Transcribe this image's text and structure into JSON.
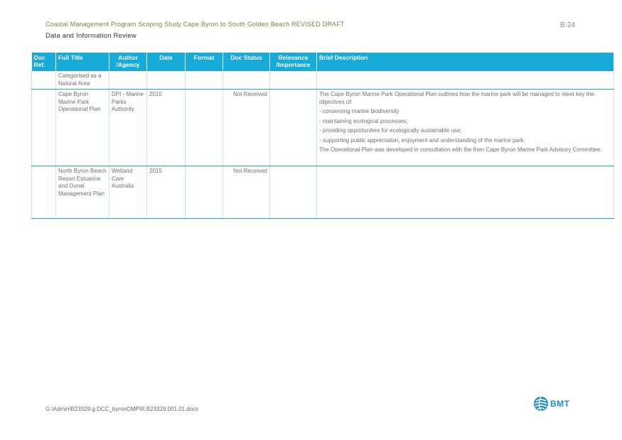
{
  "header": {
    "title": "Coastal Management Program Scoping Study Cape Byron to South Golden Beach REVISED DRAFT",
    "page_number": "B-24",
    "subtitle": "Data and Information Review"
  },
  "table": {
    "columns": [
      "Doc Ref.",
      "Full Title",
      "Author /Agency",
      "Date",
      "Format",
      "Doc Status",
      "Relevance /Importance",
      "Brief Description"
    ],
    "rows": [
      {
        "doc_ref": "",
        "full_title": "Categorised as a Natural Area",
        "author": "",
        "date": "",
        "format": "",
        "status": "",
        "relevance": "",
        "description": []
      },
      {
        "doc_ref": "",
        "full_title": "Cape Byron Marine Park Operational Plan",
        "author": "DPI - Marine Parks Authority",
        "date": "2010",
        "format": "",
        "status": "Not Received",
        "relevance": "",
        "description": [
          "The Cape Byron Marine Park Operational Plan outlines how the marine park will be managed to meet key the objectives of:",
          "- conserving marine biodiversity",
          "- maintaining ecological processes;",
          "- providing opportunities for ecologically sustainable use;",
          "- supporting public appreciation, enjoyment and understanding of the marine park.",
          "The Operational Plan was developed in consultation with the then Cape Byron Marine Park Advisory Committee."
        ]
      },
      {
        "doc_ref": "",
        "full_title": "North Byron Beach Resort Estuarine and Dunal Management Plan",
        "author": "Wetland Care Australia",
        "date": "2015",
        "format": "",
        "status": "Not Received",
        "relevance": "",
        "description": []
      }
    ]
  },
  "footer": {
    "path": "G:\\Admin\\B23329.g.DCC_byronCMP\\R.B23329.001.01.docx",
    "logo_text": "BMT"
  },
  "colors": {
    "header_bg": "#19abd8",
    "title_green": "#6b8e3a",
    "logo_blue": "#1a8fc8"
  }
}
